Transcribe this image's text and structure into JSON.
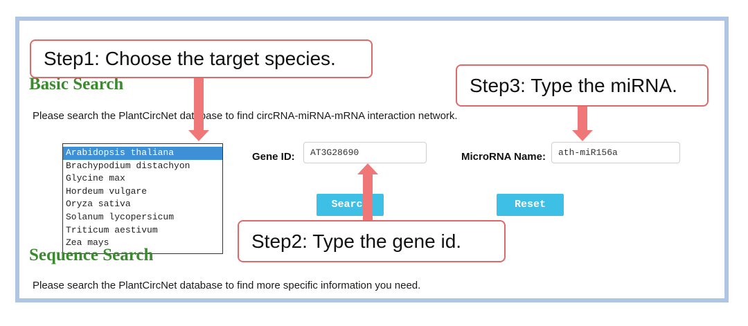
{
  "basic_search": {
    "heading": "Basic Search",
    "description": "Please search the PlantCircNet database to find circRNA-miRNA-mRNA interaction network."
  },
  "species": {
    "selected": "Arabidopsis thaliana",
    "options": [
      "Arabidopsis thaliana",
      "Brachypodium distachyon",
      "Glycine max",
      "Hordeum vulgare",
      "Oryza sativa",
      "Solanum lycopersicum",
      "Triticum aestivum",
      "Zea mays"
    ]
  },
  "gene_id": {
    "label": "Gene ID:",
    "value": "AT3G28690"
  },
  "microrna": {
    "label": "MicroRNA Name:",
    "value": "ath-miR156a"
  },
  "buttons": {
    "search": "Search",
    "reset": "Reset"
  },
  "sequence_search": {
    "heading": "Sequence Search",
    "description": "Please search the PlantCircNet database to find more specific information you need."
  },
  "callouts": {
    "step1": "Step1: Choose the target species.",
    "step2": "Step2: Type the gene id.",
    "step3": "Step3: Type the miRNA."
  },
  "colors": {
    "frame_border": "#afc6e3",
    "heading_green": "#3a8a2e",
    "button_blue": "#3ebfe6",
    "callout_red": "#e06868",
    "arrow_pink": "#ef7777",
    "selected_blue": "#3d8fd6"
  }
}
